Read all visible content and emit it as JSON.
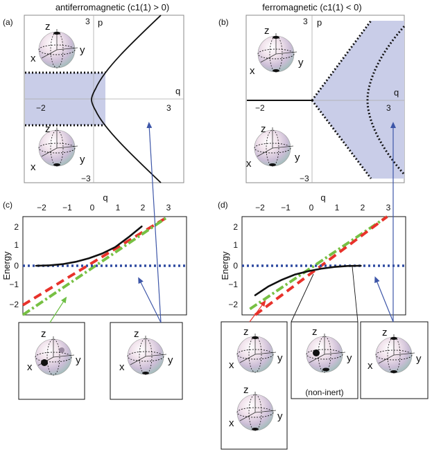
{
  "titles": {
    "left": "antiferromagnetic (c1(1) > 0)",
    "right": "ferromagnetic (c1(1) < 0)"
  },
  "panels": {
    "a": "(a)",
    "b": "(b)",
    "c": "(c)",
    "d": "(d)"
  },
  "phase_axes": {
    "q_label": "q",
    "p_label": "p",
    "ticks": {
      "left": "−2",
      "right": "3",
      "top": "3",
      "bottom": "−3"
    }
  },
  "energy_axes": {
    "ylabel": "Energy",
    "xlabel": "q",
    "xticks": [
      "−2",
      "−1",
      "0",
      "1",
      "2",
      "3"
    ],
    "yticks": [
      "2",
      "1",
      "0",
      "−1",
      "−2"
    ]
  },
  "sphere_labels": {
    "x": "x",
    "y": "y",
    "z": "z"
  },
  "non_inert_label": "(non-inert)",
  "colors": {
    "shade": "#c9cde8",
    "red": "#e8322b",
    "green": "#77c043",
    "blue_dotted": "#2e4aa0",
    "arrow_blue": "#3d56a8",
    "arrow_green": "#6dbf45",
    "arrow_red": "#e8322b"
  },
  "chart_data": [
    {
      "type": "line",
      "panel": "c",
      "xlim": [
        -2.5,
        3.7
      ],
      "ylim": [
        -2.5,
        2.5
      ],
      "series": [
        {
          "color": "#e8322b",
          "style": "dashed",
          "x": [
            -2.5,
            3.0
          ],
          "y": [
            -2.0,
            2.5
          ]
        },
        {
          "color": "#77c043",
          "style": "dash-dot",
          "x": [
            -2.5,
            3.0
          ],
          "y": [
            -2.5,
            2.5
          ]
        },
        {
          "color": "#2e4aa0",
          "style": "dotted",
          "x": [
            -2.5,
            3.7
          ],
          "y": [
            0,
            0
          ]
        },
        {
          "color": "#111111",
          "style": "solid",
          "x": [
            -2,
            -1.5,
            -1,
            -0.5,
            0,
            0.5,
            1,
            1.5,
            2
          ],
          "y": [
            0,
            0.02,
            0.08,
            0.2,
            0.38,
            0.62,
            0.95,
            1.45,
            2.0
          ]
        }
      ]
    },
    {
      "type": "line",
      "panel": "d",
      "xlim": [
        -2.5,
        3.7
      ],
      "ylim": [
        -2.5,
        2.5
      ],
      "series": [
        {
          "color": "#77c043",
          "style": "dash-dot",
          "x": [
            -2.2,
            3.0
          ],
          "y": [
            -2.2,
            2.5
          ]
        },
        {
          "color": "#e8322b",
          "style": "dashed",
          "x": [
            -2.0,
            3.0
          ],
          "y": [
            -2.5,
            2.5
          ]
        },
        {
          "color": "#2e4aa0",
          "style": "dotted",
          "x": [
            -2.5,
            3.7
          ],
          "y": [
            0,
            0
          ]
        },
        {
          "color": "#111111",
          "style": "solid",
          "x": [
            -2,
            -1.5,
            -1,
            -0.5,
            0,
            0.5,
            1,
            1.5,
            2
          ],
          "y": [
            -1.5,
            -1.05,
            -0.72,
            -0.45,
            -0.28,
            -0.15,
            -0.06,
            -0.01,
            0
          ]
        }
      ]
    }
  ]
}
